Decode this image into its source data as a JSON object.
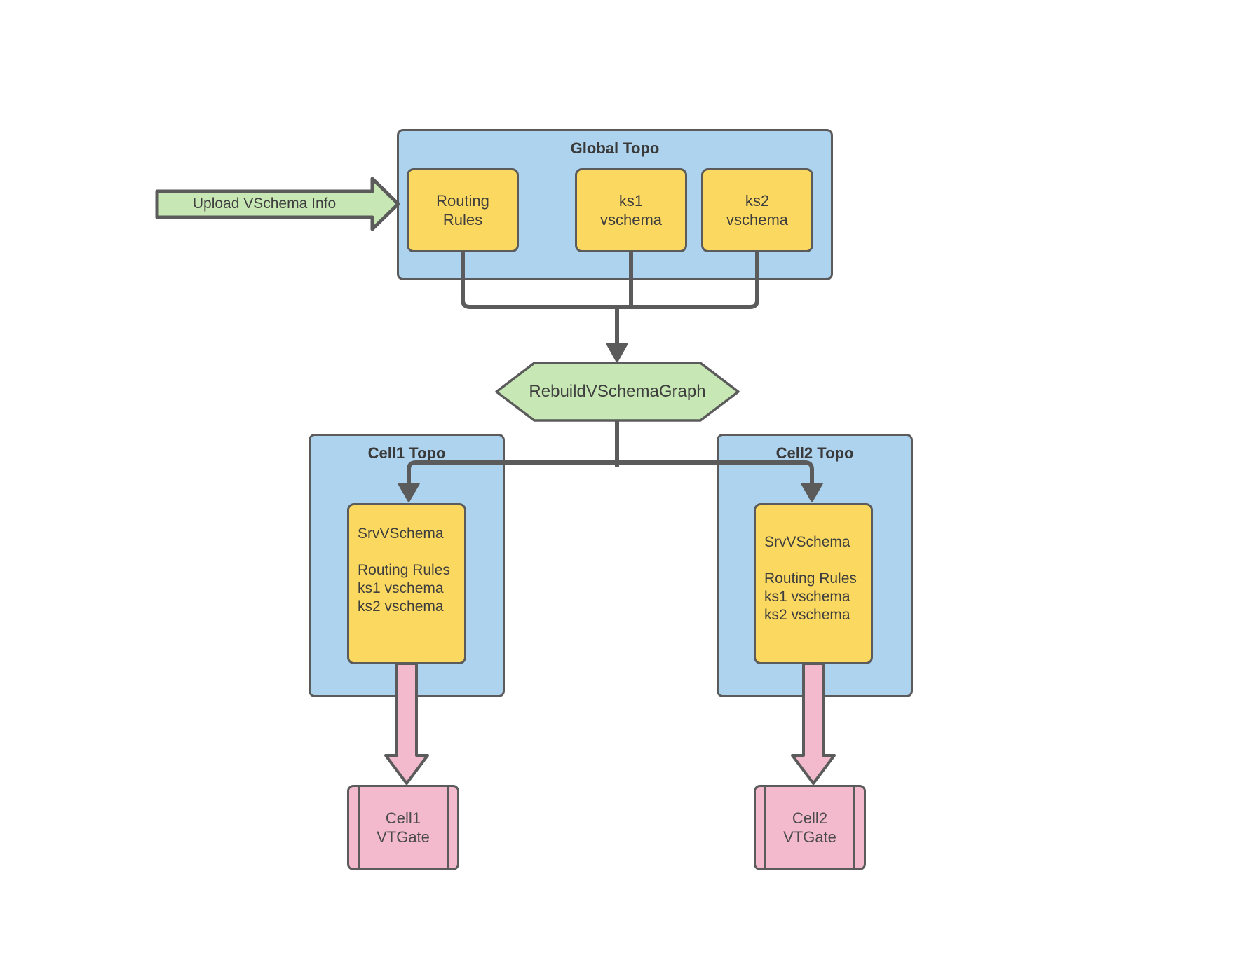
{
  "colors": {
    "container_blue": "#AED3EE",
    "node_yellow": "#FBD860",
    "accent_green": "#C7E8B4",
    "accent_pink": "#F3BACD",
    "line_gray": "#5B5B5B",
    "text": "#3E3E3E"
  },
  "upload_arrow": {
    "label": "Upload VSchema Info"
  },
  "global_topo": {
    "title": "Global Topo",
    "routing_rules": {
      "line1": "Routing",
      "line2": "Rules"
    },
    "ks1": {
      "line1": "ks1",
      "line2": "vschema"
    },
    "ks2": {
      "line1": "ks2",
      "line2": "vschema"
    }
  },
  "rebuild": {
    "label": "RebuildVSchemaGraph"
  },
  "cell1": {
    "title": "Cell1 Topo",
    "srv_box": {
      "lines": [
        "SrvVSchema",
        "",
        "Routing Rules",
        "ks1 vschema",
        "ks2 vschema"
      ]
    },
    "vtgate": {
      "line1": "Cell1",
      "line2": "VTGate"
    }
  },
  "cell2": {
    "title": "Cell2 Topo",
    "srv_box": {
      "lines": [
        "SrvVSchema",
        "",
        "Routing Rules",
        "ks1 vschema",
        "ks2 vschema"
      ]
    },
    "vtgate": {
      "line1": "Cell2",
      "line2": "VTGate"
    }
  }
}
